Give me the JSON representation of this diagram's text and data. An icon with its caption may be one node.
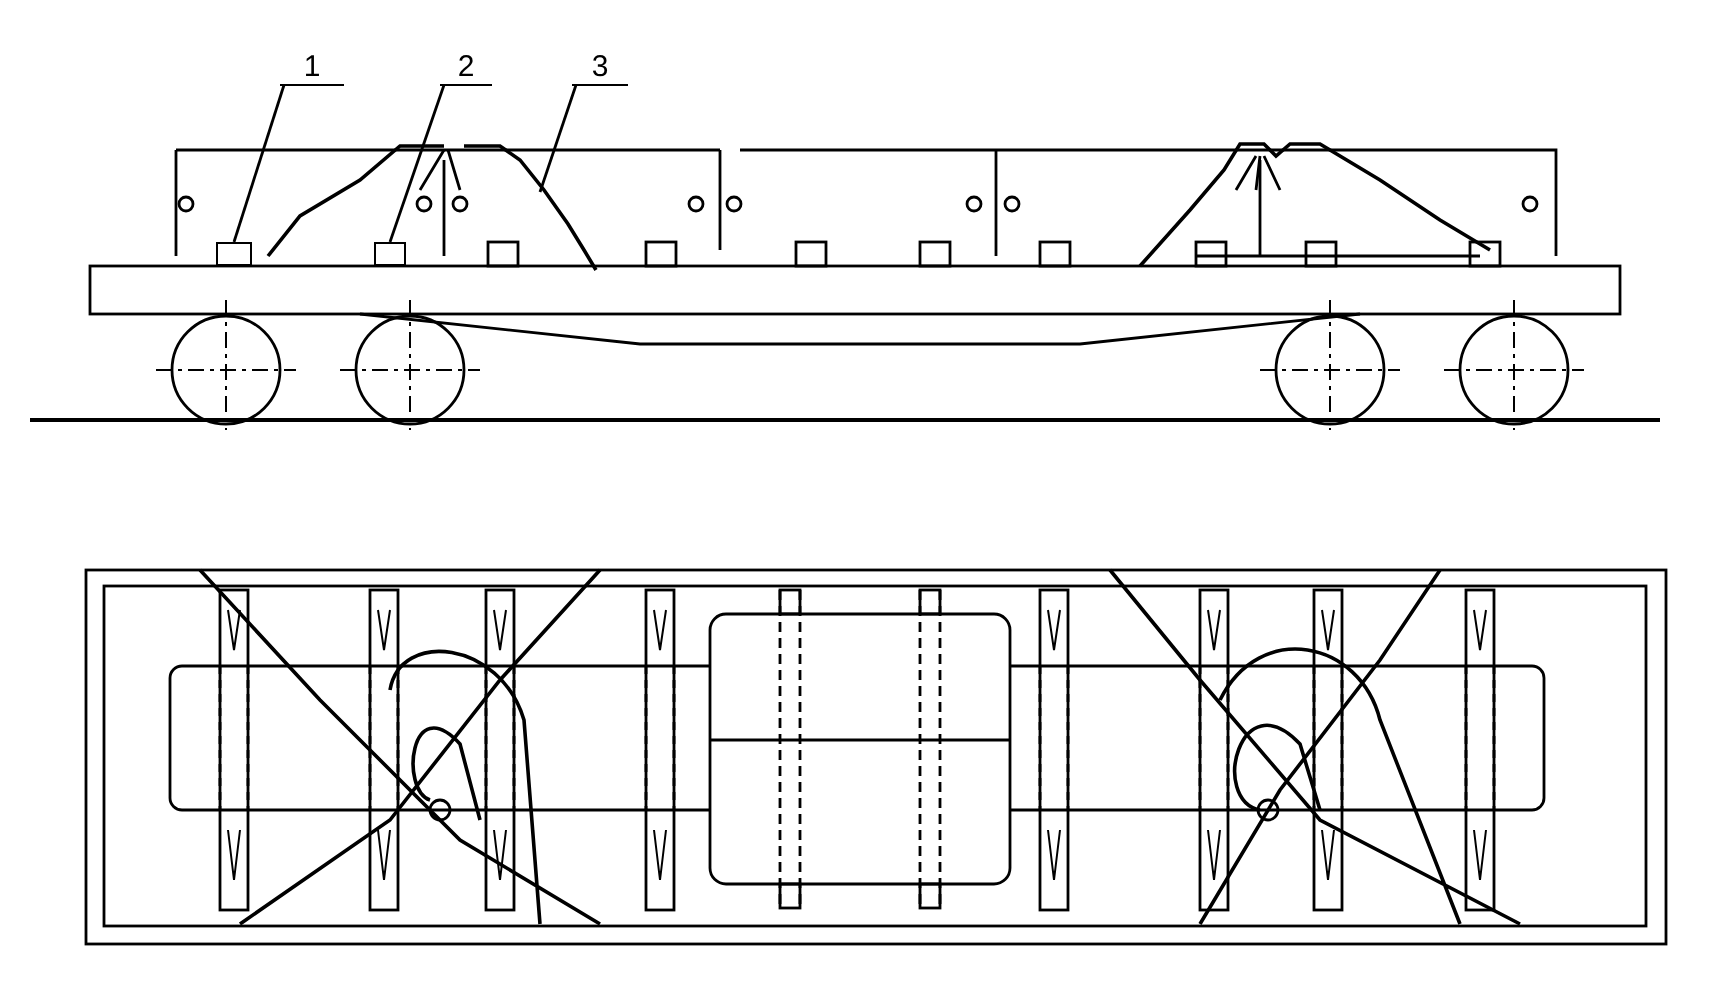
{
  "diagram": {
    "nodes": [
      {
        "text": [
          "1"
        ]
      },
      {
        "text": [
          "2"
        ]
      },
      {
        "text": [
          "3"
        ]
      },
      {
        "text": [],
        "shape": "box"
      },
      {
        "text": [],
        "shape": "box"
      },
      {
        "text": [],
        "shape": "picture"
      }
    ],
    "edges": [
      {
        "from": 0,
        "to": 3,
        "arrow": "none"
      },
      {
        "from": 1,
        "to": 4,
        "arrow": "none"
      },
      {
        "from": 2,
        "to": 5,
        "arrow": "none"
      }
    ]
  }
}
